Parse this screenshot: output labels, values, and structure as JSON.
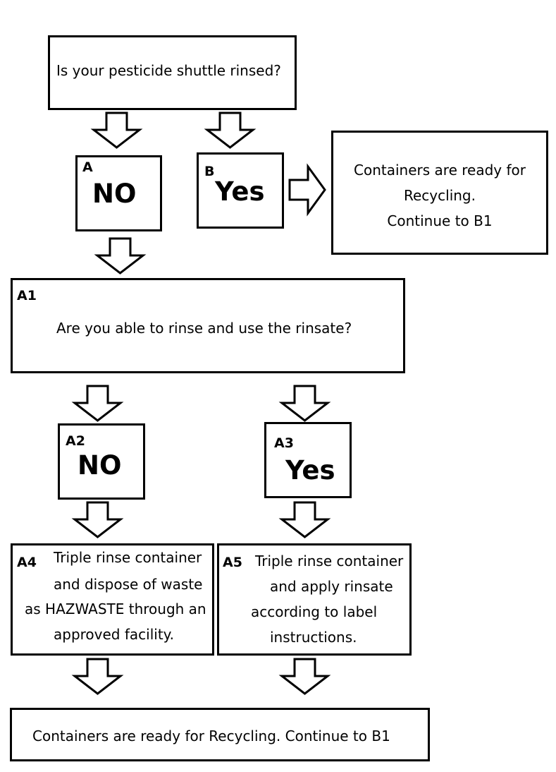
{
  "question": "Is your pesticide shuttle rinsed?",
  "branch_a": {
    "tag": "A",
    "answer": "NO"
  },
  "branch_b": {
    "tag": "B",
    "answer": "Yes"
  },
  "ready_box": {
    "line1": "Containers are ready for",
    "line2": "Recycling.",
    "line3": "Continue to B1"
  },
  "a1": {
    "tag": "A1",
    "question": "Are you able to rinse and use the rinsate?"
  },
  "a2": {
    "tag": "A2",
    "answer": "NO"
  },
  "a3": {
    "tag": "A3",
    "answer": "Yes"
  },
  "a4": {
    "tag": "A4",
    "line1": "Triple rinse container",
    "line2": "and dispose of waste",
    "line3": "as HAZWASTE through an",
    "line4": "approved facility."
  },
  "a5": {
    "tag": "A5",
    "line1": "Triple rinse container",
    "line2": "and apply rinsate",
    "line3": "according to label",
    "line4": "instructions."
  },
  "final": {
    "text": "Containers are ready for Recycling. Continue to B1"
  },
  "icons": [
    "arrow-down-icon",
    "arrow-right-icon"
  ]
}
